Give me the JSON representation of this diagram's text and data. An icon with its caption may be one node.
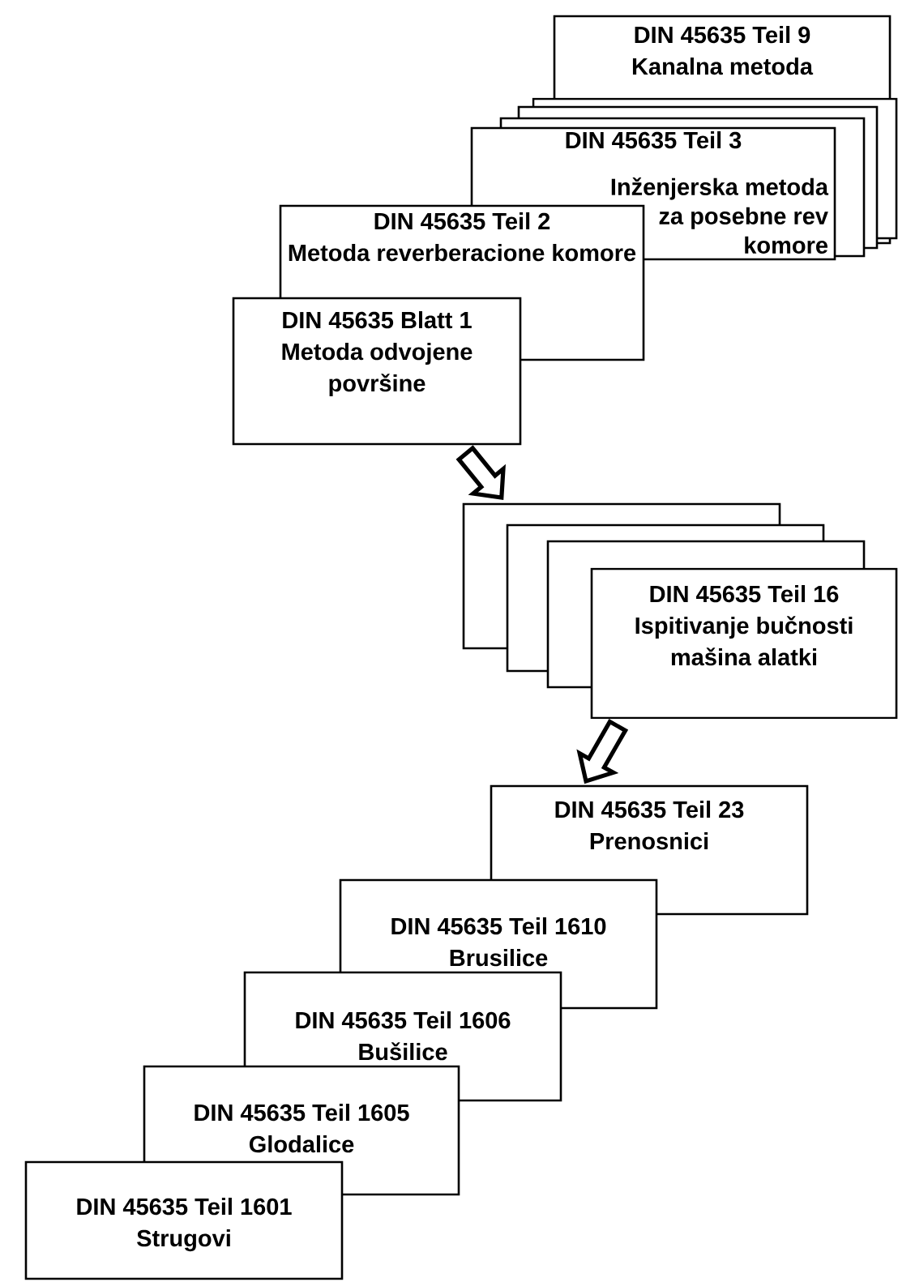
{
  "diagram": {
    "nodes": [
      {
        "text": [
          "DIN 45635 Teil 9",
          "Kanalna metoda"
        ]
      },
      {
        "text": [],
        "shape": "box"
      },
      {
        "text": [],
        "shape": "box"
      },
      {
        "text": [],
        "shape": "box"
      },
      {
        "text": [
          "DIN 45635 Teil 3",
          "Inženjerska metoda za posebne rev komore"
        ]
      },
      {
        "text": [
          "DIN 45635 Teil 2",
          "Metoda reverberacione komore"
        ]
      },
      {
        "text": [
          "DIN 45635 Blatt 1",
          "Metoda odvojene površine"
        ]
      },
      {
        "text": [],
        "shape": "box"
      },
      {
        "text": [],
        "shape": "box"
      },
      {
        "text": [],
        "shape": "box"
      },
      {
        "text": [
          "DIN 45635 Teil 16",
          "Ispitivanje bučnosti mašina alatki"
        ]
      },
      {
        "text": [
          "DIN 45635 Teil 23",
          "Prenosnici"
        ]
      },
      {
        "text": [
          "DIN 45635 Teil 1610",
          "Brusilice"
        ]
      },
      {
        "text": [
          "DIN 45635 Teil 1606",
          "Bušilice"
        ]
      },
      {
        "text": [
          "DIN 45635 Teil 1605",
          "Glodalice"
        ]
      },
      {
        "text": [
          "DIN 45635 Teil 1601",
          "Strugovi"
        ]
      }
    ],
    "edges": [
      {
        "from": 6,
        "to": 7,
        "arrow": "to"
      },
      {
        "from": 10,
        "to": 11,
        "arrow": "to"
      }
    ]
  }
}
